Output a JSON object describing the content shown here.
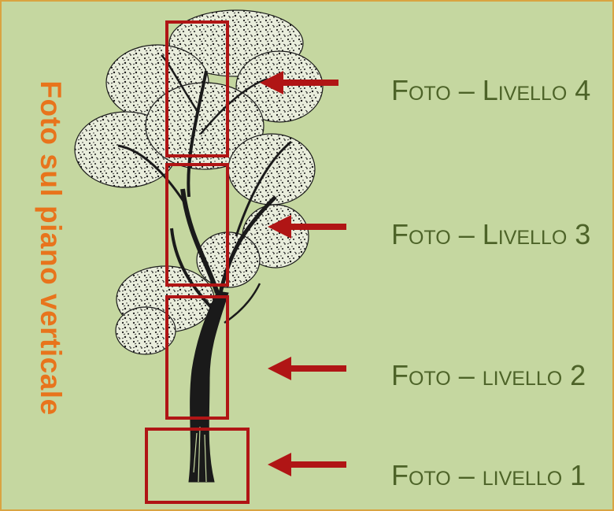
{
  "side_title": "Foto sul piano verticale",
  "levels": [
    {
      "label": "Foto – Livello 4"
    },
    {
      "label": "Foto – Livello 3"
    },
    {
      "label": "Foto – livello 2"
    },
    {
      "label": "Foto – livello 1"
    }
  ],
  "colors": {
    "background": "#c5d7a0",
    "frame_border": "#d9a441",
    "side_title": "#e8741c",
    "label_text": "#4d6328",
    "box_and_arrow": "#b01515",
    "tree_ink": "#1a1a1a"
  },
  "illustration": "tree-icon"
}
